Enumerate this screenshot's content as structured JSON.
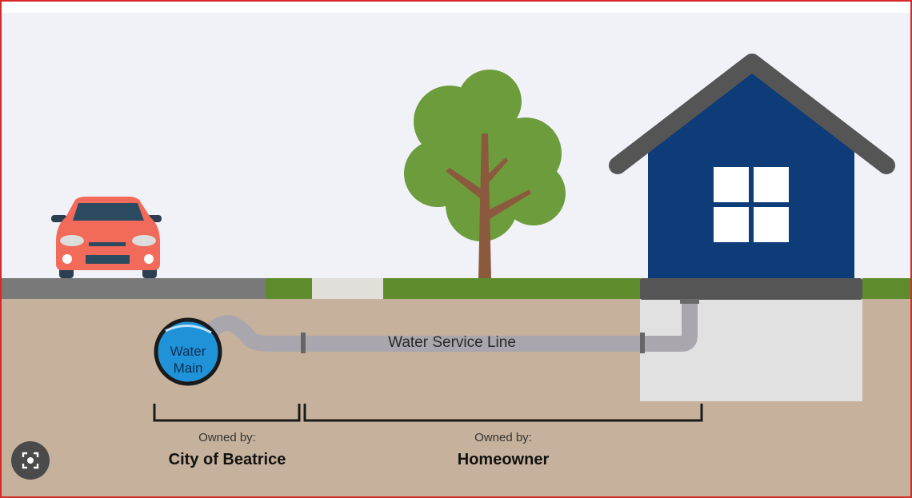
{
  "diagram": {
    "water_main_label": [
      "Water",
      "Main"
    ],
    "service_line_label": "Water Service Line",
    "ownership": [
      {
        "prefix": "Owned by:",
        "owner": "City of Beatrice"
      },
      {
        "prefix": "Owned by:",
        "owner": "Homeowner"
      }
    ]
  },
  "colors": {
    "sky": "#f1f2f7",
    "soil": "#c6b29c",
    "house": "#0e3c78",
    "roof": "#555555",
    "grass": "#5e8c2c",
    "road": "#797979",
    "pipe": "#a9a6ae",
    "water_main": "#1f92d8",
    "car": "#f26a5a"
  },
  "overlay": {
    "icon": "lens-search-icon"
  }
}
